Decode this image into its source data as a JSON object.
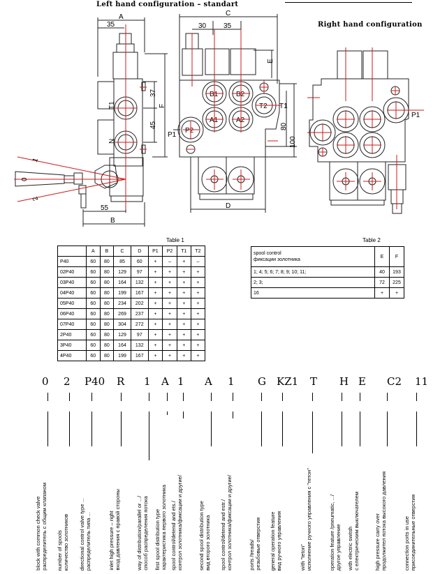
{
  "titles": {
    "left": "Left hand configuration – standart",
    "right": "Right hand configuration"
  },
  "left_view": {
    "dims": {
      "A": "A",
      "a35": "35",
      "d37": "37",
      "d45": "45",
      "F": "F",
      "d55": "55",
      "B": "B"
    },
    "ports": {
      "T1": "T1",
      "N": "N"
    },
    "lever_positions": [
      "0",
      "1",
      "2"
    ]
  },
  "front_view": {
    "dims": {
      "C": "C",
      "d30": "30",
      "d35": "35",
      "E": "E",
      "d80": "80",
      "d100": "100",
      "D": "D"
    },
    "ports": [
      "B1",
      "B2",
      "A1",
      "A2",
      "P2",
      "T2",
      "T1",
      "P1"
    ]
  },
  "right_view": {
    "ports": {
      "P1": "P1"
    }
  },
  "table1": {
    "caption": "Table 1",
    "headers": [
      "",
      "A",
      "B",
      "C",
      "D",
      "P1",
      "P2",
      "T1",
      "T2"
    ],
    "rows": [
      [
        "P40",
        "60",
        "80",
        "85",
        "60",
        "+",
        "–",
        "+",
        "–"
      ],
      [
        "02P40",
        "60",
        "80",
        "129",
        "97",
        "+",
        "+",
        "+",
        "+"
      ],
      [
        "03P40",
        "60",
        "80",
        "164",
        "132",
        "+",
        "+",
        "+",
        "+"
      ],
      [
        "04P40",
        "60",
        "80",
        "199",
        "167",
        "+",
        "+",
        "+",
        "+"
      ],
      [
        "05P40",
        "60",
        "80",
        "234",
        "202",
        "+",
        "+",
        "+",
        "+"
      ],
      [
        "06P40",
        "60",
        "80",
        "269",
        "237",
        "+",
        "+",
        "+",
        "+"
      ],
      [
        "07P40",
        "60",
        "80",
        "304",
        "272",
        "+",
        "+",
        "+",
        "+"
      ],
      [
        "2P40",
        "60",
        "80",
        "129",
        "97",
        "+",
        "+",
        "+",
        "+"
      ],
      [
        "3P40",
        "60",
        "80",
        "164",
        "132",
        "+",
        "+",
        "+",
        "+"
      ],
      [
        "4P40",
        "60",
        "80",
        "199",
        "167",
        "+",
        "+",
        "+",
        "+"
      ]
    ]
  },
  "table2": {
    "caption": "Table 2",
    "header": {
      "label_en": "spool control",
      "label_ru": "фиксации золотника",
      "E": "E",
      "F": "F"
    },
    "rows": [
      {
        "label": "1;  4;  5;  6;  7;  8;  9;  10;  11;",
        "E": "40",
        "F": "193"
      },
      {
        "label": "2;  3;",
        "E": "72",
        "F": "225"
      },
      {
        "label": "16",
        "E": "+",
        "F": "+"
      }
    ]
  },
  "order_code": {
    "segments": [
      {
        "code": "0",
        "desc": [
          "block with common check valve",
          "распределитель с общим клапаном"
        ]
      },
      {
        "code": "2",
        "desc": [
          "number of spools",
          "количество золотников"
        ]
      },
      {
        "code": "P40",
        "desc": [
          "directional control valve type ...",
          "распределитель типа ..."
        ]
      },
      {
        "code": "R",
        "desc": [
          "inlet high pressure – right",
          "вход давления с правой стороны"
        ]
      },
      {
        "code": "1",
        "desc": [
          "way of distribution/parallel or .../",
          "способ распределения потока"
        ]
      },
      {
        "code": "A",
        "desc": [
          "first spool distribution type",
          "характеристика первого золотника"
        ]
      },
      {
        "code": "1",
        "desc": [
          "spool control/detend and ets./",
          "контрол золотника/фиксации и другие/"
        ]
      },
      {
        "code": "A",
        "desc": [
          "second spool distribution type",
          "вид второго золотника"
        ]
      },
      {
        "code": "1",
        "desc": [
          "spool control/detend and estr./",
          "контрол золотника/фиксации и другие/"
        ]
      },
      {
        "code": "G",
        "desc": [
          "ports /treads/",
          "резьбовые отверстия"
        ]
      },
      {
        "code": "KZ1",
        "desc": [
          "general operation feature",
          "вид ручного управления"
        ]
      },
      {
        "code": "T",
        "desc": [
          "with \"teton\"",
          "исполнение ручного управления с \"тетон\""
        ]
      },
      {
        "code": "H",
        "desc": [
          "operation feature /pneumatic, .../",
          "другое управление"
        ]
      },
      {
        "code": "E",
        "desc": [
          "with electric switsh",
          "с електрическим выключателем"
        ]
      },
      {
        "code": "C2",
        "desc": [
          "high pressure carry over",
          "продолжител потока высокого давления"
        ]
      },
      {
        "code": "11",
        "desc": [
          "connection ports in use",
          "присоединительные отверстия"
        ]
      }
    ]
  }
}
